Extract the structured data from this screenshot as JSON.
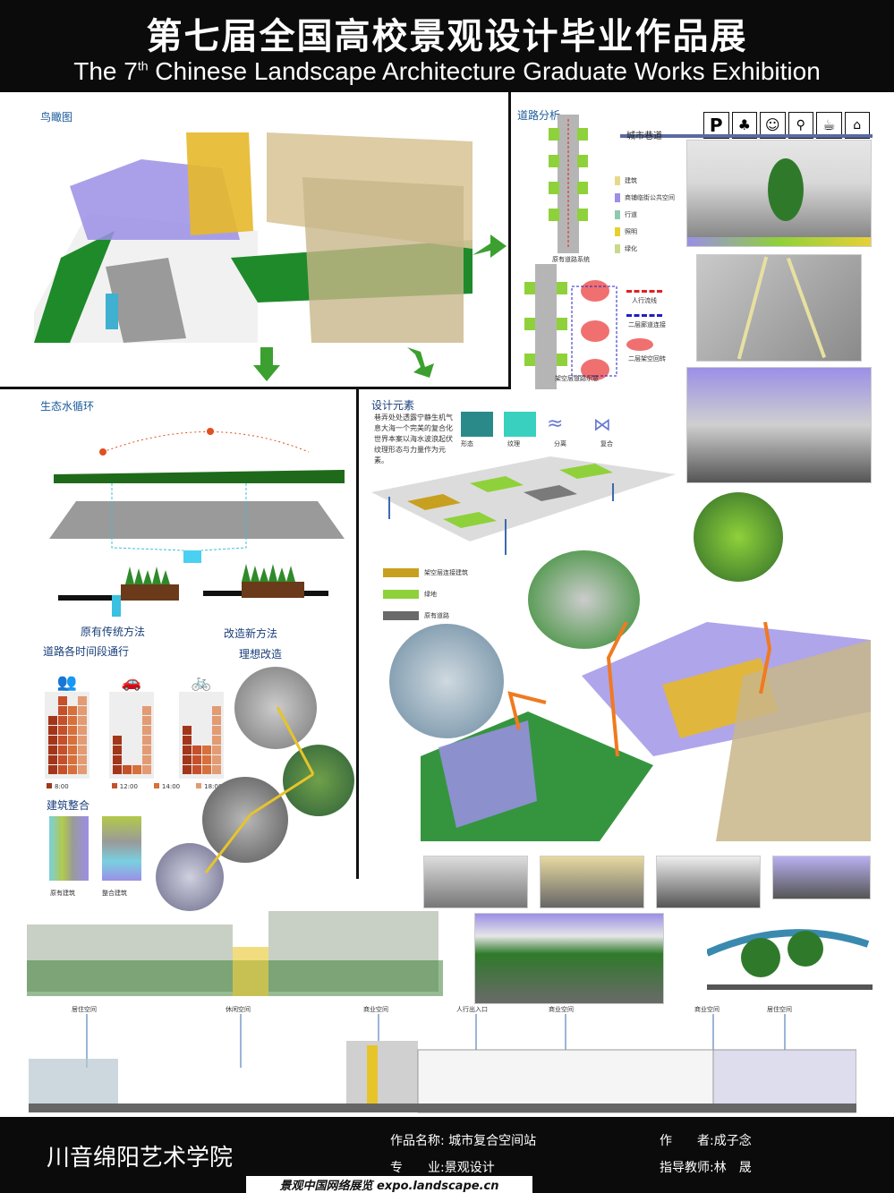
{
  "header": {
    "title_cn": "第七届全国高校景观设计毕业作品展",
    "title_en_pre": "The 7",
    "title_en_sup": "th",
    "title_en_post": " Chinese Landscape Architecture Graduate Works Exhibition"
  },
  "sections": {
    "aerial": "鸟瞰图",
    "road": "道路分析",
    "city_alley": "城市巷道",
    "eco_water": "生态水循环",
    "design_elements": "设计元素",
    "traffic_time": "道路各时间段通行",
    "ideal": "理想改造",
    "building": "建筑整合"
  },
  "road_legend": [
    "建筑",
    "商铺临街公共空间",
    "行道",
    "照明",
    "绿化"
  ],
  "road_labels": {
    "original": "原有道路系统",
    "elevated": "架空层道路示意",
    "ped": "人行流线",
    "second": "二层廊道连接",
    "turn": "二层架空回转"
  },
  "eco": {
    "old": "原有传统方法",
    "new": "改造新方法"
  },
  "design_text": "巷弄处处透露宁静生机气息大海一个完美的复合化世界本案以海水波浪起伏纹理形态与力量作为元素。",
  "design_icons": [
    "形态",
    "纹理",
    "分离",
    "复合"
  ],
  "plan_legend": [
    "架空层连接建筑",
    "绿地",
    "原有道路"
  ],
  "traffic_times": [
    "8:00",
    "12:00",
    "14:00",
    "18:00"
  ],
  "building_labels": {
    "original": "原有建筑",
    "integrated": "整合建筑"
  },
  "section_tags": [
    "居住空间",
    "休闲空间",
    "商业空间",
    "人行出入口",
    "商业空间",
    "商业空间",
    "居住空间"
  ],
  "footer": {
    "school": "川音绵阳艺术学院",
    "work_label": "作品名称:",
    "work_value": "城市复合空间站",
    "major_label": "专　　业:",
    "major_value": "景观设计",
    "author_label": "作　　者:",
    "author_value": "成子念",
    "advisor_label": "指导教师:",
    "advisor_value": "林　晟",
    "watermark": "景观中国网络展览 expo.landscape.cn"
  },
  "colors": {
    "header_bg": "#0b0b0b",
    "building_purple": "#9b8fe6",
    "building_yellow": "#e7b82a",
    "green": "#1f8a2a",
    "lime": "#8fd13a",
    "bar_dark": "#a3361a",
    "bar_light": "#e39b74"
  }
}
